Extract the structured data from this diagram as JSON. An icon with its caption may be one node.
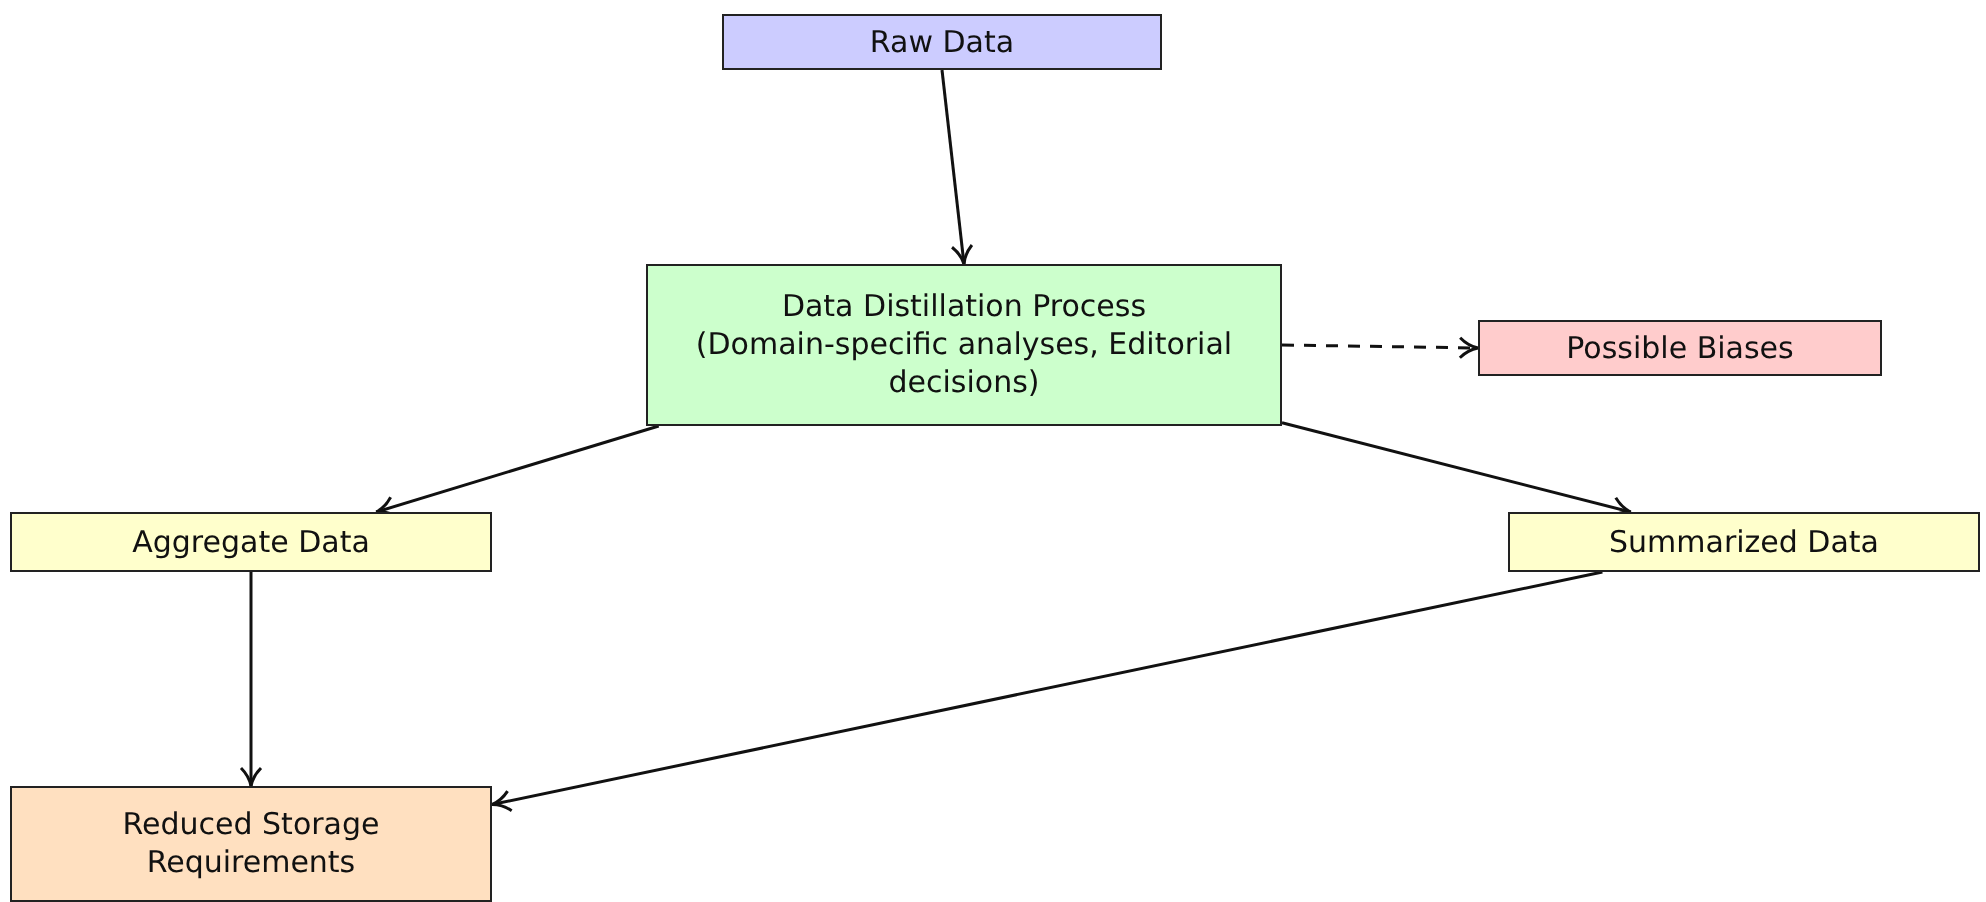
{
  "diagram": {
    "nodes": [
      {
        "text": [
          "Raw Data"
        ]
      },
      {
        "text": [
          "Data Distillation Process",
          "(Domain-specific analyses, Editorial decisions)"
        ]
      },
      {
        "text": [
          "Possible Biases"
        ]
      },
      {
        "text": [
          "Aggregate Data"
        ]
      },
      {
        "text": [
          "Summarized Data"
        ]
      },
      {
        "text": [
          "Reduced Storage Requirements"
        ]
      }
    ],
    "edges": [
      {
        "from": 0,
        "to": 1,
        "arrow": "to"
      },
      {
        "from": 1,
        "to": 2,
        "arrow": "to",
        "style": "dashed"
      },
      {
        "from": 1,
        "to": 3,
        "arrow": "to"
      },
      {
        "from": 1,
        "to": 4,
        "arrow": "to"
      },
      {
        "from": 3,
        "to": 5,
        "arrow": "to"
      },
      {
        "from": 4,
        "to": 5,
        "arrow": "to"
      }
    ]
  }
}
